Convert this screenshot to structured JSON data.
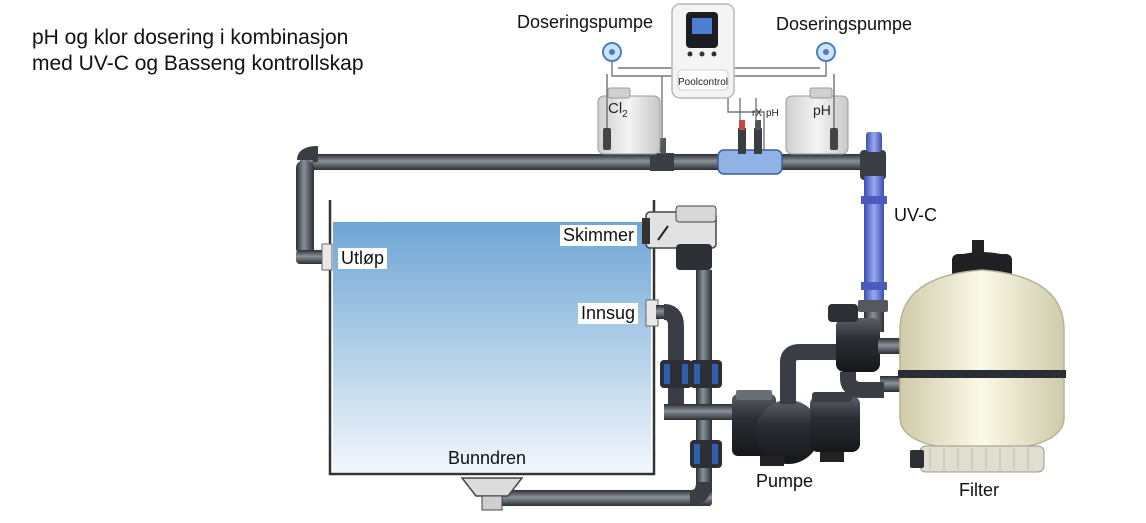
{
  "title": {
    "line1": "pH og klor dosering i kombinasjon",
    "line2": "med UV-C og Basseng kontrollskap"
  },
  "labels": {
    "pump_left": "Doseringspumpe",
    "pump_right": "Doseringspumpe",
    "controller": "Poolcontrol",
    "cl2": "Cl",
    "cl2_sub": "2",
    "ph_tank": "pH",
    "rx": "rX",
    "ph_probe": "pH",
    "uvc": "UV-C",
    "skimmer": "Skimmer",
    "outlet": "Utløp",
    "intake": "Innsug",
    "main_drain": "Bunndren",
    "pump": "Pumpe",
    "filter": "Filter"
  },
  "colors": {
    "pipe": "#3a3e44",
    "pipe_highlight": "#8a9098",
    "water_top": "#6fa6d4",
    "water_bottom": "#eef5fb",
    "valve_blue": "#2f5fb0",
    "uv_tube": "#6b7fd6",
    "filter_body": "#f4f1d6",
    "controller_body": "#f2f2f2"
  }
}
